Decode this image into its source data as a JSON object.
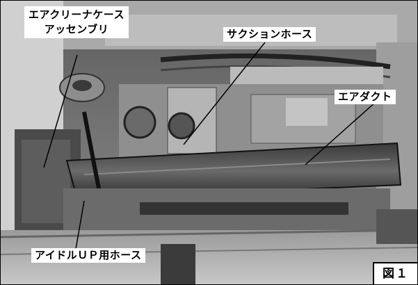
{
  "figure": {
    "labels": {
      "air_cleaner_case_line1": "エアクリーナケース",
      "air_cleaner_case_line2": "アッセンブリ",
      "suction_hose": "サクションホース",
      "air_duct": "エアダクト",
      "idle_up_hose": "アイドルＵＰ用ホース"
    },
    "figure_number": "図１"
  }
}
